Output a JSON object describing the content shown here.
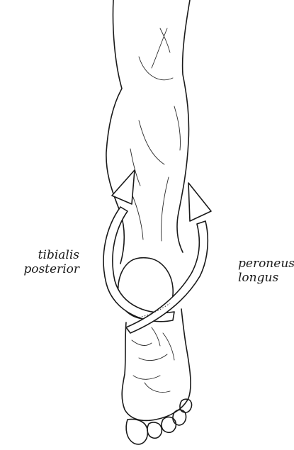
{
  "labels": {
    "left_muscle": "tibialis\nposterior",
    "right_muscle": "peroneus\nlongus"
  },
  "parts": {
    "leg": "leg-outline",
    "heel": "heel",
    "foot": "foot-sole",
    "toes": [
      "big-toe",
      "toe-2",
      "toe-3",
      "toe-4",
      "toe-5"
    ],
    "left_arrow": "tibialis-posterior-arrow",
    "right_arrow": "peroneus-longus-arrow"
  },
  "colors": {
    "ink": "#1a1a1a",
    "background": "#ffffff"
  }
}
